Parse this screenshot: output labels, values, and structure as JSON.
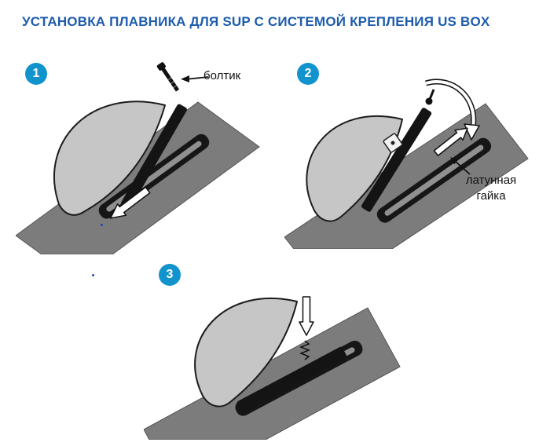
{
  "title": "УСТАНОВКА ПЛАВНИКА ДЛЯ SUP С СИСТЕМОЙ КРЕПЛЕНИЯ US BOX",
  "steps": [
    {
      "number": "1",
      "callout": "болтик"
    },
    {
      "number": "2",
      "callout_line1": "латунная",
      "callout_line2": "гайка"
    },
    {
      "number": "3"
    }
  ],
  "colors": {
    "title_blue": "#1d5cad",
    "badge_blue": "#1193cd",
    "board_gray": "#7c7c7c",
    "fin_gray": "#c6c6c6",
    "slot_black": "#161616",
    "background": "#ffffff"
  }
}
